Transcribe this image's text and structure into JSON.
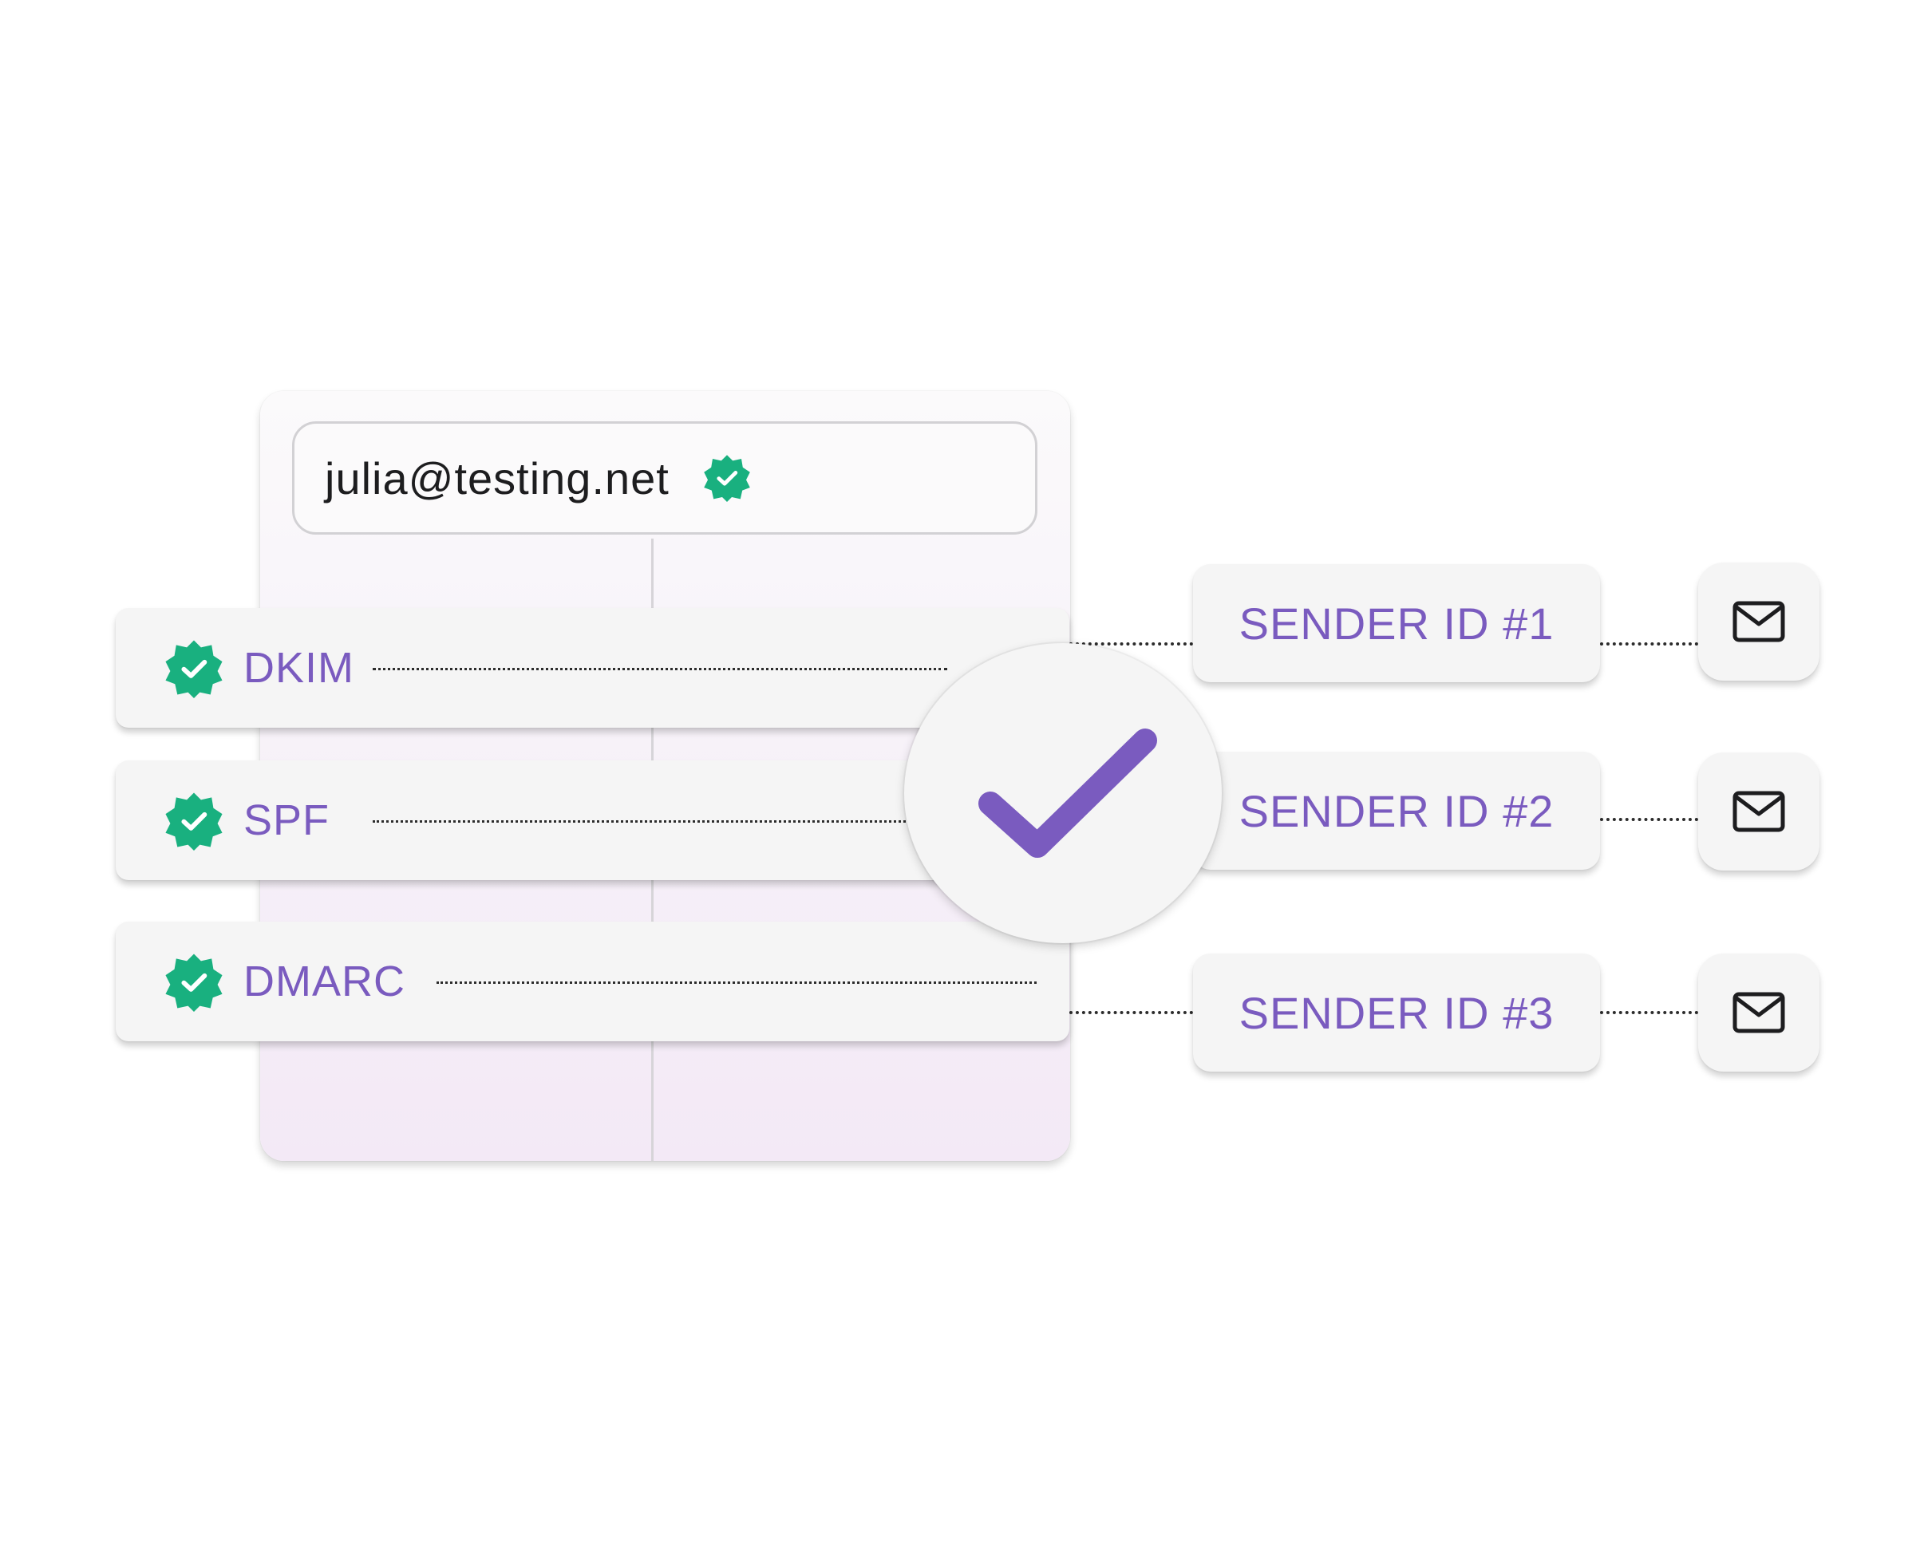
{
  "email": {
    "address": "julia@testing.net",
    "verified_icon": "verified-badge-icon"
  },
  "protocols": [
    {
      "label": "DKIM",
      "icon": "verified-badge-icon"
    },
    {
      "label": "SPF",
      "icon": "verified-badge-icon"
    },
    {
      "label": "DMARC",
      "icon": "verified-badge-icon"
    }
  ],
  "senders": [
    {
      "label": "SENDER ID #1",
      "icon": "mail-icon"
    },
    {
      "label": "SENDER ID #2",
      "icon": "mail-icon"
    },
    {
      "label": "SENDER ID #3",
      "icon": "mail-icon"
    }
  ],
  "center_icon": "checkmark-icon",
  "colors": {
    "accent_purple": "#7a5bbf",
    "verified_green": "#19b07f",
    "text_dark": "#1d1d1f",
    "card_bg": "#f5f5f5"
  }
}
